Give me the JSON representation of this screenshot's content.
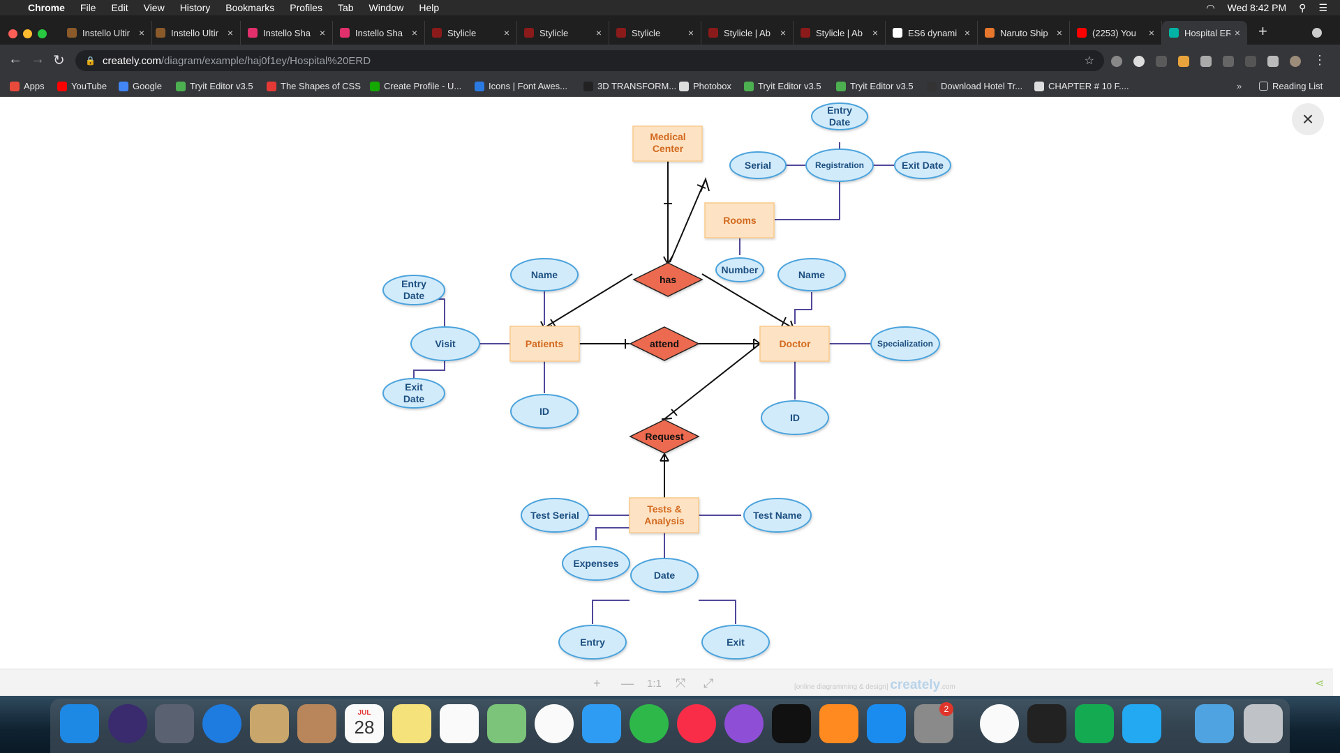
{
  "menubar": {
    "items": [
      "Chrome",
      "File",
      "Edit",
      "View",
      "History",
      "Bookmarks",
      "Profiles",
      "Tab",
      "Window",
      "Help"
    ],
    "clock": "Wed 8:42 PM"
  },
  "tabs": [
    {
      "title": "Instello Ultir",
      "color": "#8a5a2b"
    },
    {
      "title": "Instello Ultir",
      "color": "#8a5a2b"
    },
    {
      "title": "Instello Sha",
      "color": "#e1306c"
    },
    {
      "title": "Instello Sha",
      "color": "#e1306c"
    },
    {
      "title": "Stylicle",
      "color": "#8b1a1a"
    },
    {
      "title": "Stylicle",
      "color": "#8b1a1a"
    },
    {
      "title": "Stylicle",
      "color": "#8b1a1a"
    },
    {
      "title": "Stylicle | Ab",
      "color": "#8b1a1a"
    },
    {
      "title": "Stylicle | Ab",
      "color": "#8b1a1a"
    },
    {
      "title": "ES6 dynami",
      "color": "#ffffff"
    },
    {
      "title": "Naruto Ship",
      "color": "#e8772e"
    },
    {
      "title": "(2253) You",
      "color": "#ff0000"
    },
    {
      "title": "Hospital ER",
      "color": "#00b3a4"
    }
  ],
  "address": {
    "host": "creately.com",
    "path": "/diagram/example/haj0f1ey/Hospital%20ERD"
  },
  "bookmarks": [
    {
      "label": "Apps",
      "color": "#e84b3c"
    },
    {
      "label": "YouTube",
      "color": "#ff0000"
    },
    {
      "label": "Google",
      "color": "#4285f4"
    },
    {
      "label": "Tryit Editor v3.5",
      "color": "#4caf50"
    },
    {
      "label": "The Shapes of CSS",
      "color": "#e53935"
    },
    {
      "label": "Create Profile - U...",
      "color": "#14a800"
    },
    {
      "label": "Icons | Font Awes...",
      "color": "#2a7ae2"
    },
    {
      "label": "3D TRANSFORM...",
      "color": "#222222"
    },
    {
      "label": "Photobox",
      "color": "#dddddd"
    },
    {
      "label": "Tryit Editor v3.5",
      "color": "#4caf50"
    },
    {
      "label": "Tryit Editor v3.5",
      "color": "#4caf50"
    },
    {
      "label": "Download Hotel Tr...",
      "color": "#333333"
    },
    {
      "label": "CHAPTER # 10 F....",
      "color": "#dddddd"
    }
  ],
  "reading_list": "Reading List",
  "erd": {
    "entities": {
      "medical_center": "Medical Center",
      "rooms": "Rooms",
      "patients": "Patients",
      "doctor": "Doctor",
      "tests": "Tests & Analysis"
    },
    "relationships": {
      "has": "has",
      "attend": "attend",
      "request": "Request"
    },
    "attributes": {
      "reg_entry_date": "Entry Date",
      "serial": "Serial",
      "registration": "Registration",
      "exit_date": "Exit Date",
      "number": "Number",
      "patient_name": "Name",
      "doctor_name": "Name",
      "visit_entry_date": "Entry Date",
      "visit": "Visit",
      "visit_exit_date": "Exit Date",
      "specialization": "Specialization",
      "patient_id": "ID",
      "doctor_id": "ID",
      "test_serial": "Test Serial",
      "test_name": "Test Name",
      "expenses": "Expenses",
      "date": "Date",
      "entry": "Entry",
      "exit": "Exit"
    }
  },
  "zoom_controls": {
    "zoom_in": "+",
    "zoom_out": "—",
    "actual": "1:1"
  },
  "branding": {
    "tagline": "[online diagramming & design]",
    "name": "creately",
    "suffix": ".com"
  },
  "dock": {
    "calendar_month": "JUL",
    "calendar_day": "28",
    "settings_badge": "2",
    "apps": [
      "Finder",
      "Siri",
      "Launchpad",
      "Safari",
      "Mail",
      "Contacts",
      "Calendar",
      "Notes",
      "Reminders",
      "Maps",
      "Photos",
      "Messages",
      "FaceTime",
      "Music",
      "Podcasts",
      "TV",
      "Books",
      "App Store",
      "System Preferences",
      "Chrome",
      "Terminal",
      "MongoDB Compass",
      "VS Code",
      "Downloads",
      "Trash"
    ]
  },
  "colors": {
    "entity_fill": "#fde3c4",
    "entity_stroke": "#f8c98a",
    "entity_text": "#d2691e",
    "relation_fill": "#ec6a4f",
    "attr_fill": "#d2ebfb",
    "attr_stroke": "#4ba3dc",
    "attr_text": "#1c4f80",
    "connector": "#50489a"
  }
}
